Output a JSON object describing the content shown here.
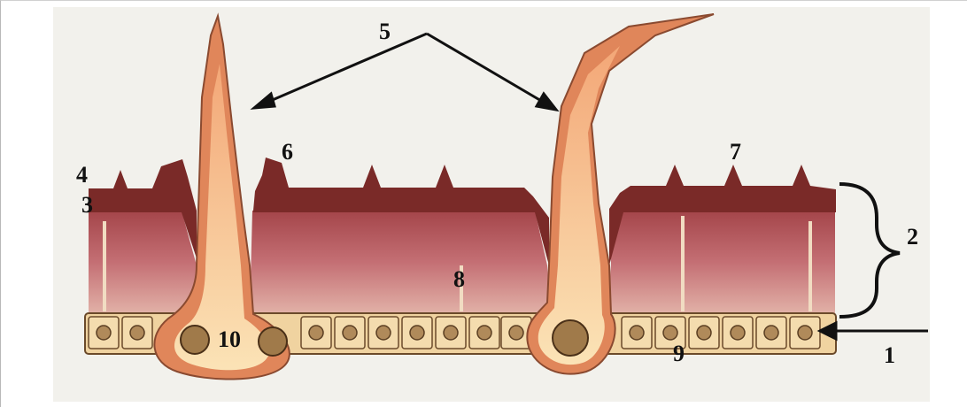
{
  "labels": {
    "l1": "1",
    "l2": "2",
    "l3": "3",
    "l4": "4",
    "l5": "5",
    "l6": "6",
    "l7": "7",
    "l8": "8",
    "l9": "9",
    "l10": "10"
  },
  "colors": {
    "cuticle": "#7a2a28",
    "body": "#c06a70",
    "hair_outer": "#e0865a",
    "hair_inner": "#f9d6a0",
    "cell": "#f0d3a0",
    "nucleus": "#8a6a40"
  }
}
